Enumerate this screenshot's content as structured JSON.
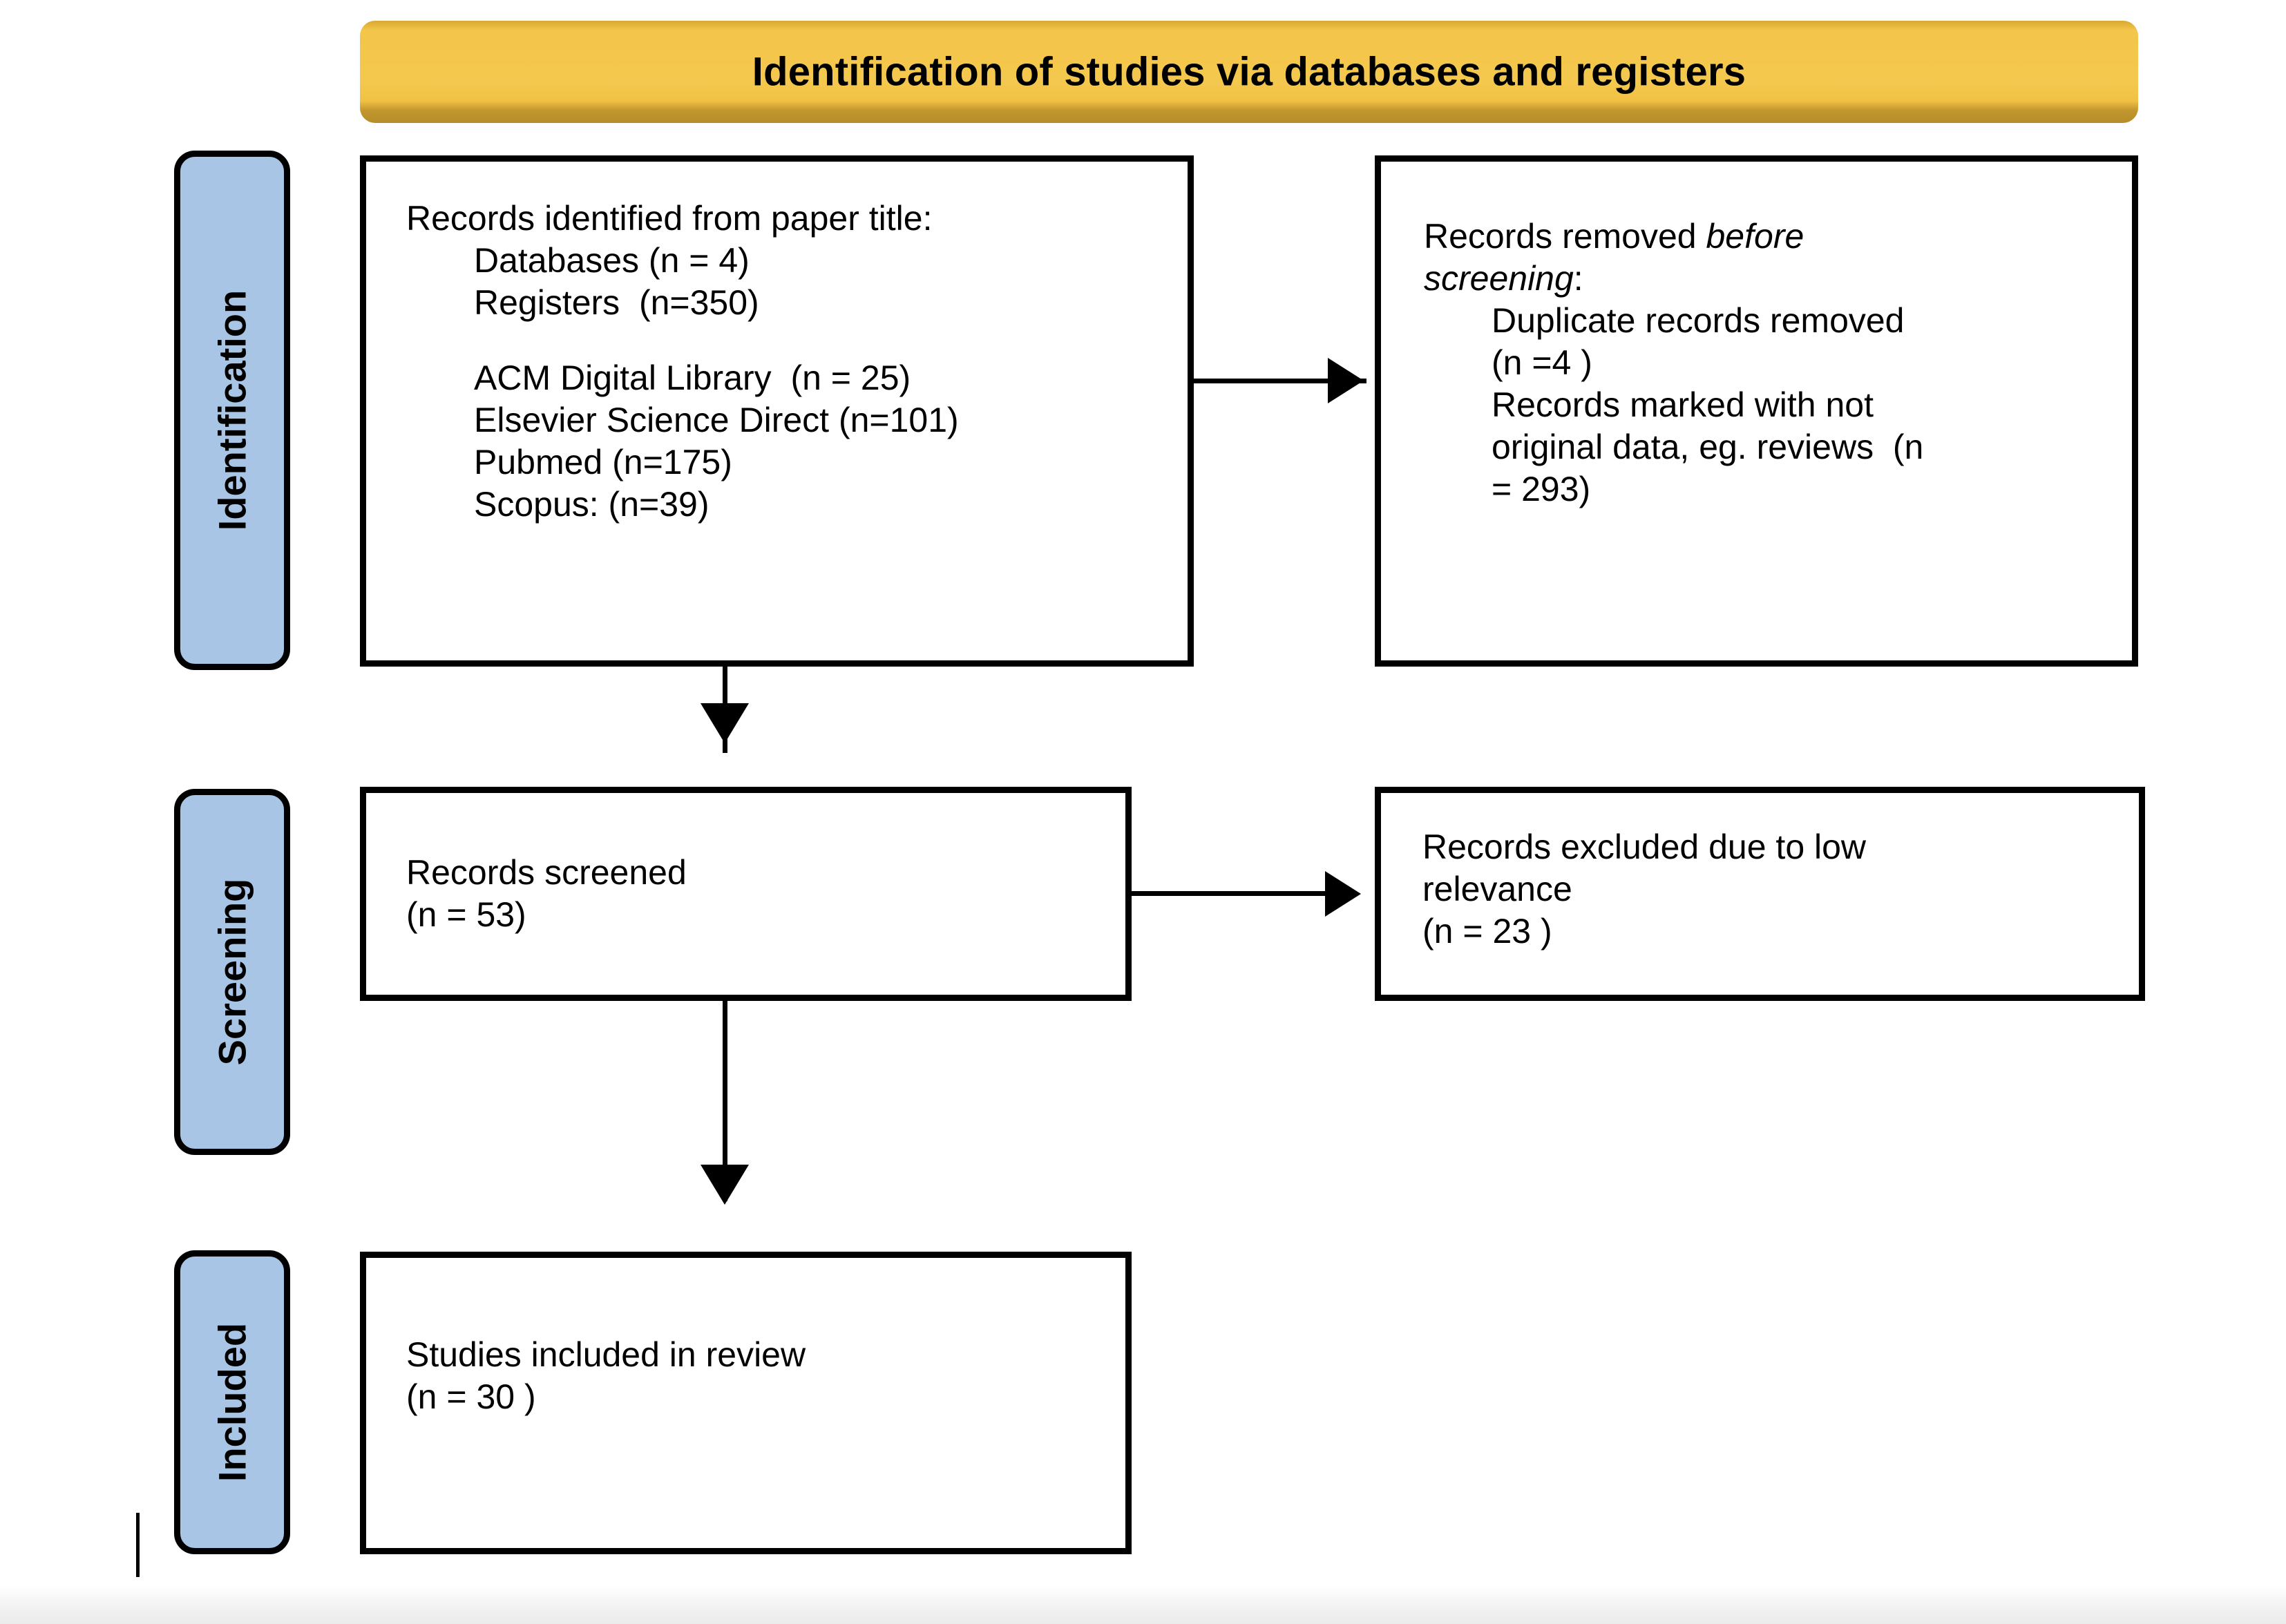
{
  "banner": {
    "title": "Identification of studies via databases and registers"
  },
  "stages": [
    {
      "label": "Identification"
    },
    {
      "label": "Screening"
    },
    {
      "label": "Included"
    }
  ],
  "boxes": {
    "identified": {
      "heading": "Records identified from paper title:",
      "lines": [
        "Databases (n = 4)",
        "Registers  (n=350)",
        "",
        "ACM Digital Library  (n = 25)",
        "Elsevier Science Direct (n=101)",
        "Pubmed (n=175)",
        "Scopus: (n=39)"
      ]
    },
    "removed": {
      "heading_a": "Records removed ",
      "heading_italic": "before",
      "heading_italic_2": "screening",
      "heading_b": ":",
      "lines": [
        "Duplicate records removed",
        "(n =4 )",
        "Records marked with not",
        "original data, eg. reviews  (n",
        "= 293)"
      ]
    },
    "screened": {
      "line1": "Records screened",
      "line2": "(n = 53)"
    },
    "excluded": {
      "line1": "Records excluded due to low",
      "line2": "relevance",
      "line3": "(n = 23 )"
    },
    "included": {
      "line1": "Studies included in review",
      "line2": "(n = 30 )"
    }
  },
  "colors": {
    "banner_fill": "#F4C84E",
    "banner_edge": "#B68D2B",
    "stage_fill": "#A9C5E5",
    "stroke": "#000000",
    "box_fill": "#FFFFFF"
  }
}
